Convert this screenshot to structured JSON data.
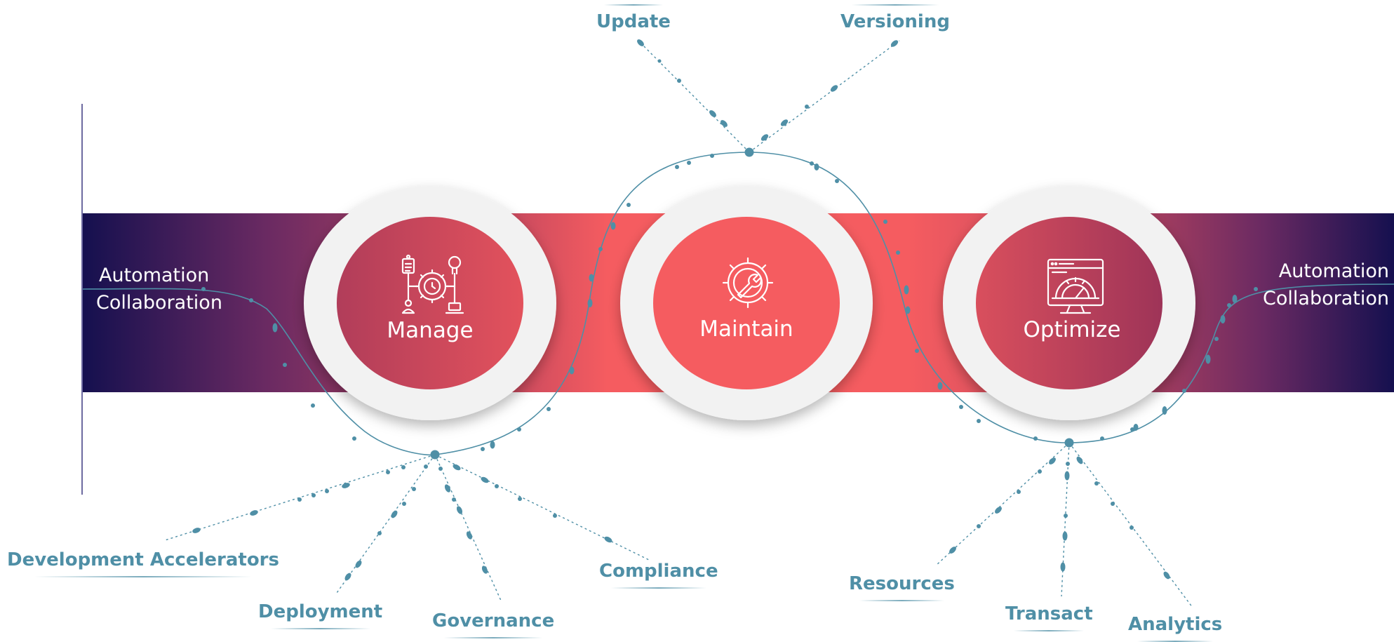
{
  "center_stage": {
    "manage": "Manage",
    "maintain": "Maintain",
    "optimize": "Optimize"
  },
  "side_left": {
    "line1": "Automation",
    "line2": "Collaboration"
  },
  "side_right": {
    "line1": "Automation",
    "line2": "Collaboration"
  },
  "branches": {
    "maintain": [
      "Update",
      "Versioning"
    ],
    "manage": [
      "Development Accelerators",
      "Deployment",
      "Governance",
      "Compliance"
    ],
    "optimize": [
      "Resources",
      "Transact",
      "Analytics"
    ]
  },
  "colors": {
    "band_dark": "#15104f",
    "band_mid": "#a13a5c",
    "band_bright": "#f55c60",
    "ring": "#f2f2f2",
    "accent_line": "#4f8fa6",
    "label": "#4f8fa6"
  },
  "icons": [
    "workflow-gear-icon",
    "wrench-gear-icon",
    "dashboard-monitor-icon"
  ]
}
